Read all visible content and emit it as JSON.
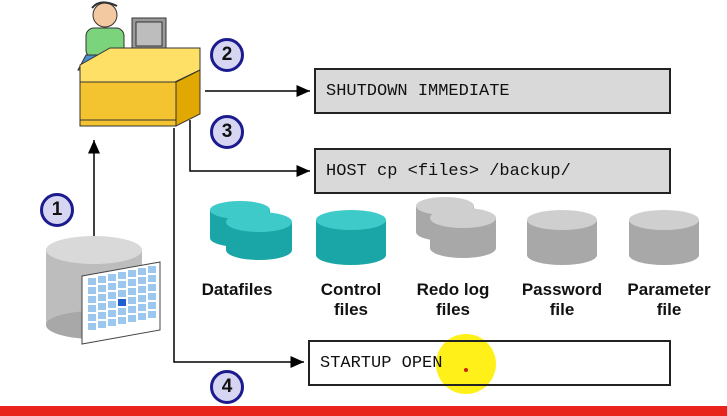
{
  "steps": {
    "s1": "1",
    "s2": "2",
    "s3": "3",
    "s4": "4"
  },
  "commands": {
    "shutdown": "SHUTDOWN IMMEDIATE",
    "host_copy": "HOST cp <files> /backup/",
    "startup_text": "STARTUP OPEN"
  },
  "files": {
    "datafiles": {
      "line1": "Datafiles",
      "line2": ""
    },
    "control": {
      "line1": "Control",
      "line2": "files"
    },
    "redo": {
      "line1": "Redo log",
      "line2": "files"
    },
    "password": {
      "line1": "Password",
      "line2": "file"
    },
    "parameter": {
      "line1": "Parameter",
      "line2": "file"
    }
  },
  "colors": {
    "teal": "#1aa6a6",
    "teal_light": "#3fcaca",
    "gray": "#a8a8a8",
    "gray_light": "#cfcfcf",
    "step_border": "#1b1b8f",
    "highlight": "#ffee00",
    "bottom_bar": "#e8231c"
  }
}
